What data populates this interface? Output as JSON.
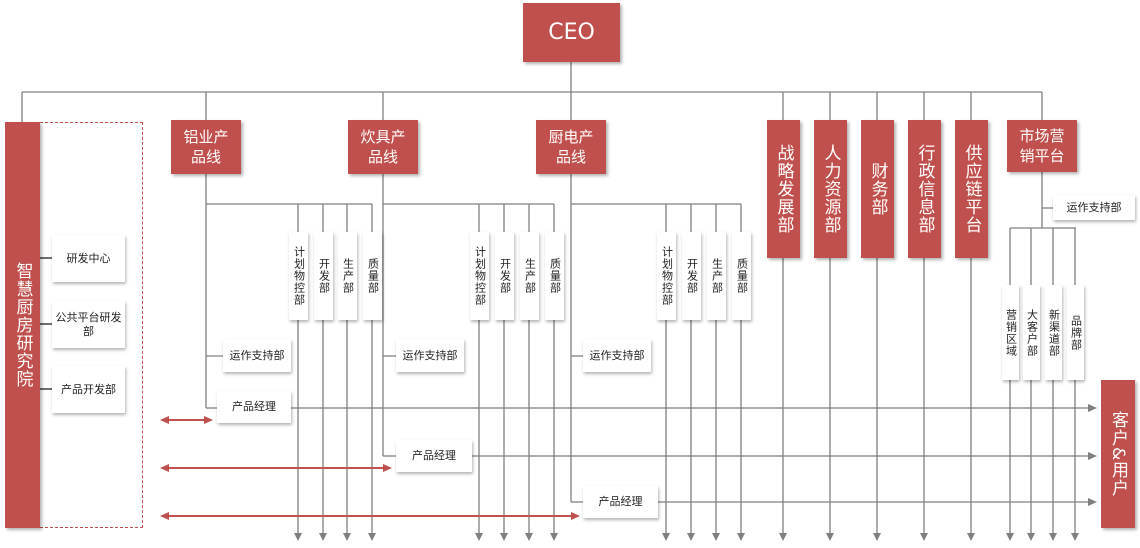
{
  "ceo": "CEO",
  "research": {
    "title": "智慧厨房研究院",
    "items": [
      "研发中心",
      "公共平台研发部",
      "产品开发部"
    ]
  },
  "product_lines": [
    {
      "title": "铝业产品线",
      "departments": [
        "计划物控部",
        "开发部",
        "生产部",
        "质量部"
      ],
      "ops": "运作支持部",
      "pm": "产品经理"
    },
    {
      "title": "炊具产品线",
      "departments": [
        "计划物控部",
        "开发部",
        "生产部",
        "质量部"
      ],
      "ops": "运作支持部",
      "pm": "产品经理"
    },
    {
      "title": "厨电产品线",
      "departments": [
        "计划物控部",
        "开发部",
        "生产部",
        "质量部"
      ],
      "ops": "运作支持部",
      "pm": "产品经理"
    }
  ],
  "functions": [
    "战略发展部",
    "人力资源部",
    "财务部",
    "行政信息部",
    "供应链平台"
  ],
  "marketing": {
    "title": "市场营销平台",
    "ops": "运作支持部",
    "departments": [
      "营销区域",
      "大客户部",
      "新渠道部",
      "品牌部"
    ]
  },
  "customer": "客户&用户",
  "colors": {
    "accent": "#c0504d",
    "line": "#7f7f7f"
  }
}
